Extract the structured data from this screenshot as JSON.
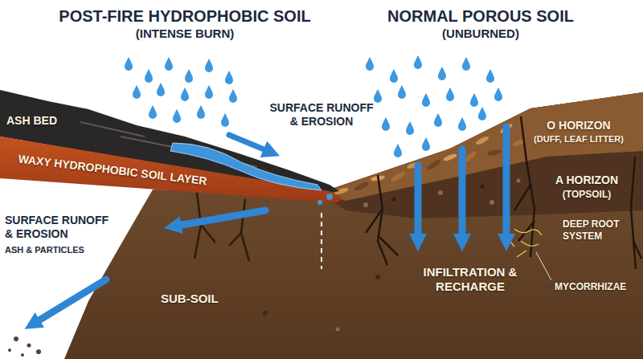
{
  "diagram": {
    "labels": [
      "POST-FIRE HYDROPHOBIC SOIL",
      "(INTENSE BURN)",
      "NORMAL POROUS SOIL",
      "(UNBURNED)",
      "ASH BED",
      "WAXY HYDROPHOBIC SOIL LAYER",
      "SURFACE RUNOFF & EROSION",
      "SURFACE RUNOFF & EROSION",
      "ASH & PARTICLES",
      "SUB-SOIL",
      "INFILTRATION & RECHARGE",
      "O HORIZON",
      "(DUFF, LEAF LITTER)",
      "A HORIZON",
      "(TOPSOIL)",
      "DEEP ROOT SYSTEM",
      "MYCORRHIZAE"
    ]
  }
}
